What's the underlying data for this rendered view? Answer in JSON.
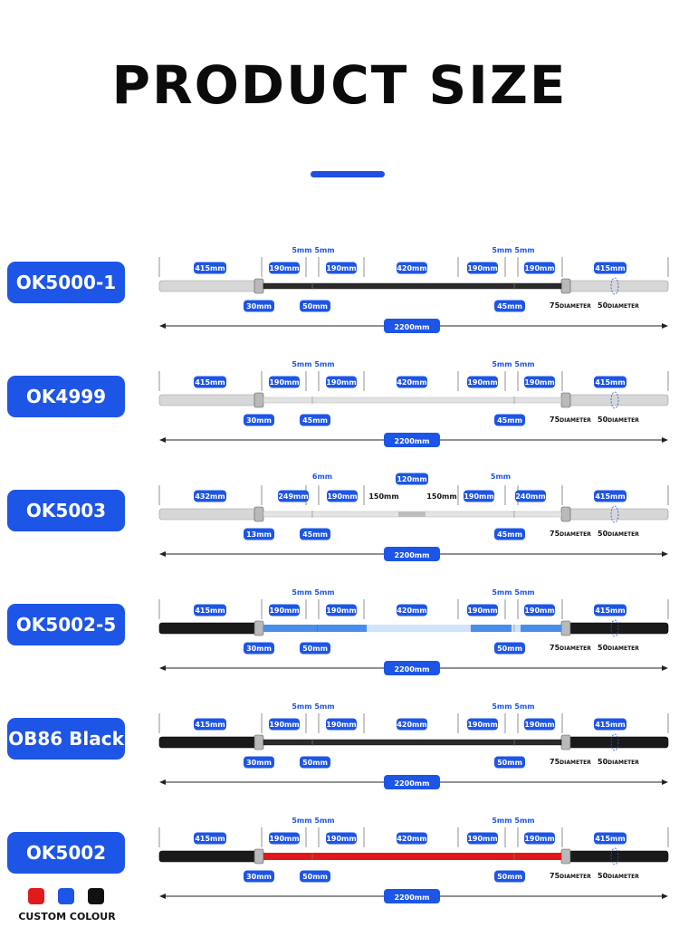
{
  "page": {
    "title": "PRODUCT SIZE"
  },
  "products": [
    {
      "model": "OK5000-1",
      "style": "chrome-black",
      "top_small": [
        "5mm 5mm",
        "5mm 5mm"
      ],
      "top": [
        "415mm",
        "190mm",
        "190mm",
        "420mm",
        "190mm",
        "190mm",
        "415mm"
      ],
      "bottom": [
        "30mm",
        "50mm",
        "45mm"
      ],
      "diameters": [
        "75",
        "50"
      ],
      "diameter_word": "DIAMETER",
      "total": "2200mm"
    },
    {
      "model": "OK4999",
      "style": "chrome",
      "top_small": [
        "5mm 5mm",
        "5mm 5mm"
      ],
      "top": [
        "415mm",
        "190mm",
        "190mm",
        "420mm",
        "190mm",
        "190mm",
        "415mm"
      ],
      "bottom": [
        "30mm",
        "45mm",
        "45mm"
      ],
      "diameters": [
        "75",
        "50"
      ],
      "diameter_word": "DIAMETER",
      "total": "2200mm"
    },
    {
      "model": "OK5003",
      "style": "chrome-center",
      "top_small": [
        "6mm",
        "120mm",
        "5mm"
      ],
      "top": [
        "432mm",
        "249mm",
        "190mm",
        "150mm",
        "150mm",
        "190mm",
        "240mm",
        "415mm"
      ],
      "bottom": [
        "13mm",
        "45mm",
        "45mm"
      ],
      "diameters": [
        "75",
        "50"
      ],
      "diameter_word": "DIAMETER",
      "total": "2200mm"
    },
    {
      "model": "OK5002-5",
      "style": "black-blue",
      "top_small": [
        "5mm 5mm",
        "5mm 5mm"
      ],
      "top": [
        "415mm",
        "190mm",
        "190mm",
        "420mm",
        "190mm",
        "190mm",
        "415mm"
      ],
      "bottom": [
        "30mm",
        "50mm",
        "50mm"
      ],
      "diameters": [
        "75",
        "50"
      ],
      "diameter_word": "DIAMETER",
      "total": "2200mm"
    },
    {
      "model": "OB86 Black",
      "style": "black",
      "top_small": [
        "5mm 5mm",
        "5mm 5mm"
      ],
      "top": [
        "415mm",
        "190mm",
        "190mm",
        "420mm",
        "190mm",
        "190mm",
        "415mm"
      ],
      "bottom": [
        "30mm",
        "50mm",
        "50mm"
      ],
      "diameters": [
        "75",
        "50"
      ],
      "diameter_word": "DIAMETER",
      "total": "2200mm"
    },
    {
      "model": "OK5002",
      "style": "black-red",
      "top_small": [
        "5mm 5mm",
        "5mm 5mm"
      ],
      "top": [
        "415mm",
        "190mm",
        "190mm",
        "420mm",
        "190mm",
        "190mm",
        "415mm"
      ],
      "bottom": [
        "30mm",
        "50mm",
        "50mm"
      ],
      "diameters": [
        "75",
        "50"
      ],
      "diameter_word": "DIAMETER",
      "total": "2200mm"
    }
  ],
  "custom_colour": {
    "label": "CUSTOM COLOUR",
    "colors": [
      "#e11b1b",
      "#1d55e6",
      "#111111"
    ]
  },
  "colors": {
    "accent": "#1d55e6",
    "pill": "#1d55e6"
  }
}
